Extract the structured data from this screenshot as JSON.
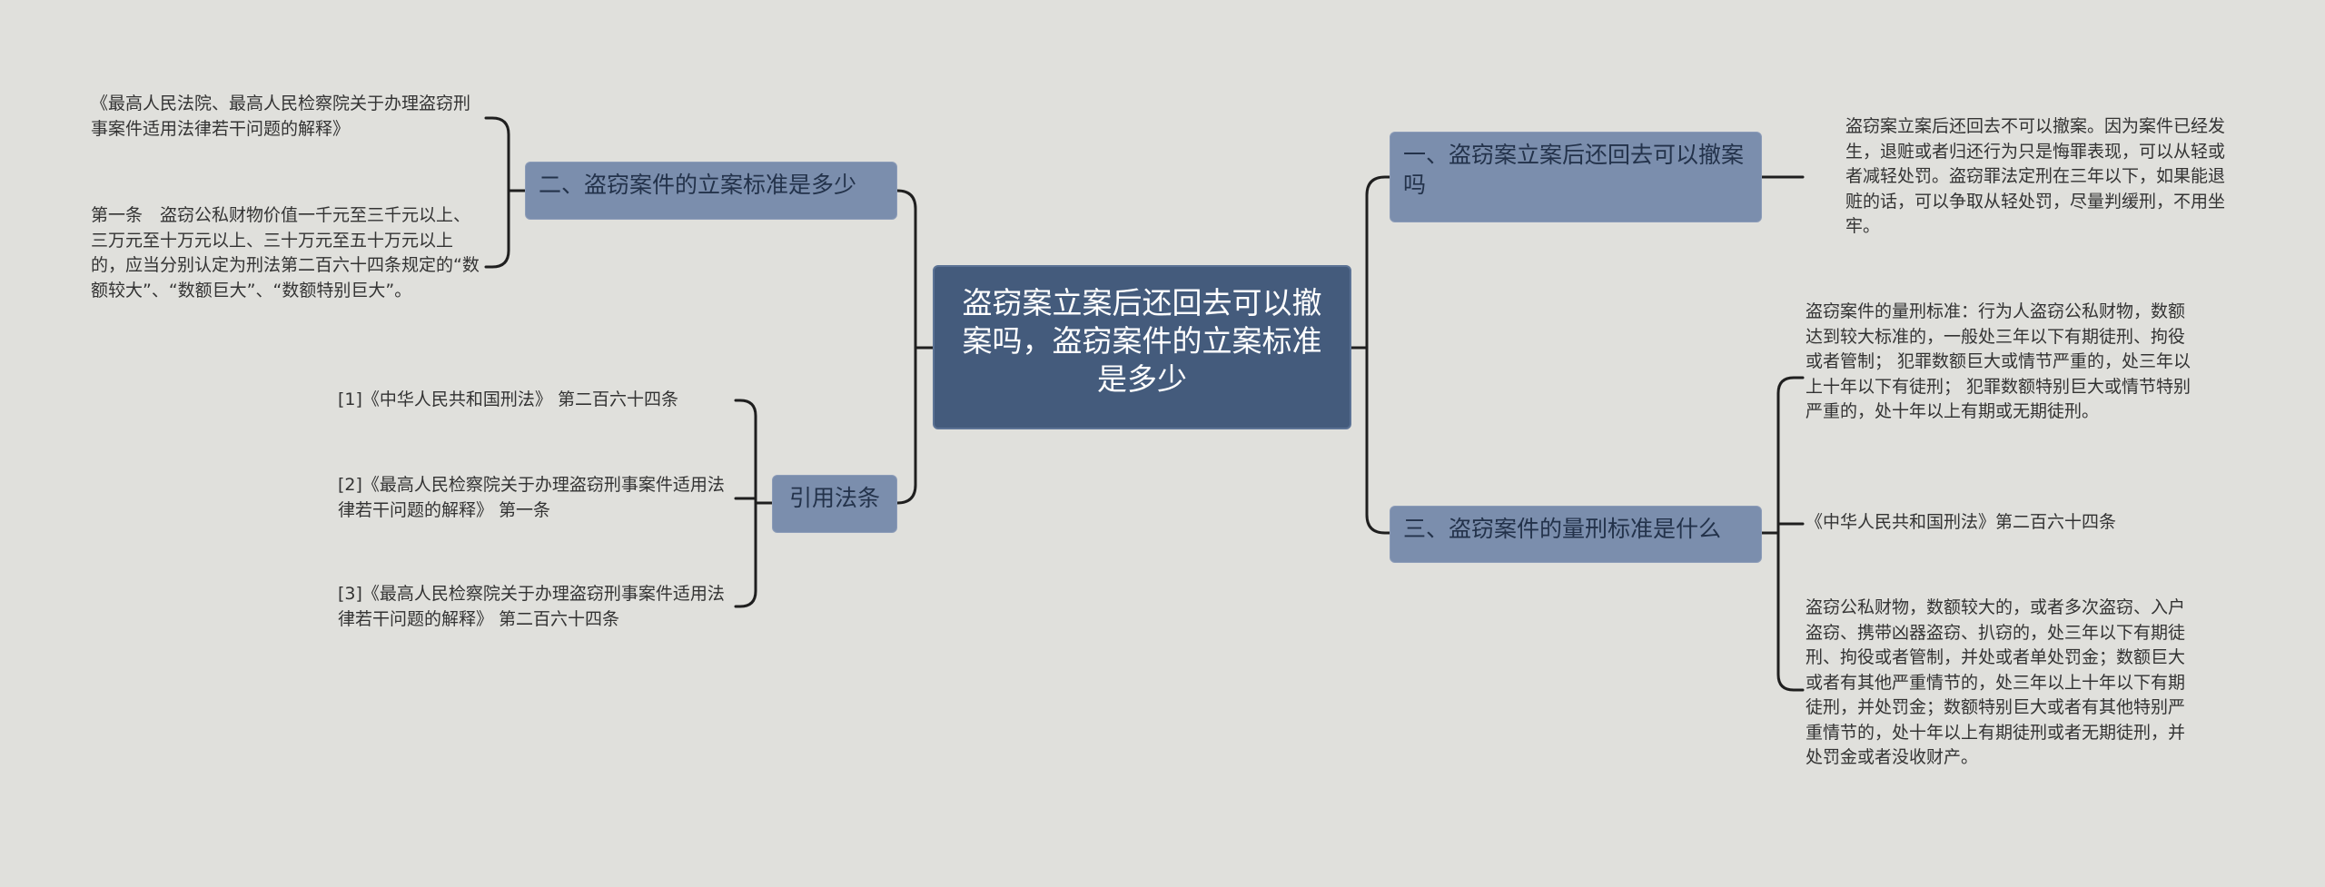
{
  "center": {
    "title": "盗窃案立案后还回去可以撤案吗，盗窃案件的立案标准是多少"
  },
  "branches": {
    "b1": {
      "label": "一、盗窃案立案后还回去可以撤案吗",
      "children": [
        "盗窃案立案后还回去不可以撤案。因为案件已经发生，退赃或者归还行为只是悔罪表现，可以从轻或者减轻处罚。盗窃罪法定刑在三年以下，如果能退赃的话，可以争取从轻处罚，尽量判缓刑，不用坐牢。"
      ]
    },
    "b2": {
      "label": "二、盗窃案件的立案标准是多少",
      "children": [
        "《最高人民法院、最高人民检察院关于办理盗窃刑事案件适用法律若干问题的解释》",
        "第一条　盗窃公私财物价值一千元至三千元以上、三万元至十万元以上、三十万元至五十万元以上的，应当分别认定为刑法第二百六十四条规定的“数额较大”、“数额巨大”、“数额特别巨大”。"
      ]
    },
    "b3": {
      "label": "三、盗窃案件的量刑标准是什么",
      "children": [
        "盗窃案件的量刑标准：行为人盗窃公私财物，数额达到较大标准的，一般处三年以下有期徒刑、拘役或者管制； 犯罪数额巨大或情节严重的，处三年以上十年以下有徒刑； 犯罪数额特别巨大或情节特别严重的，处十年以上有期或无期徒刑。",
        "《中华人民共和国刑法》第二百六十四条",
        "盗窃公私财物，数额较大的，或者多次盗窃、入户盗窃、携带凶器盗窃、扒窃的，处三年以下有期徒刑、拘役或者管制，并处或者单处罚金；数额巨大或者有其他严重情节的，处三年以上十年以下有期徒刑，并处罚金；数额特别巨大或者有其他特别严重情节的，处十年以上有期徒刑或者无期徒刑，并处罚金或者没收财产。"
      ]
    },
    "b4": {
      "label": "引用法条",
      "children": [
        "[1]《中华人民共和国刑法》 第二百六十四条",
        "[2]《最高人民检察院关于办理盗窃刑事案件适用法律若干问题的解释》 第一条",
        "[3]《最高人民检察院关于办理盗窃刑事案件适用法律若干问题的解释》 第二百六十四条"
      ]
    }
  },
  "colors": {
    "background": "#e0e0dc",
    "center_fill": "#445b7c",
    "branch_fill": "#7b8ead",
    "connector": "#1f1f1f"
  }
}
